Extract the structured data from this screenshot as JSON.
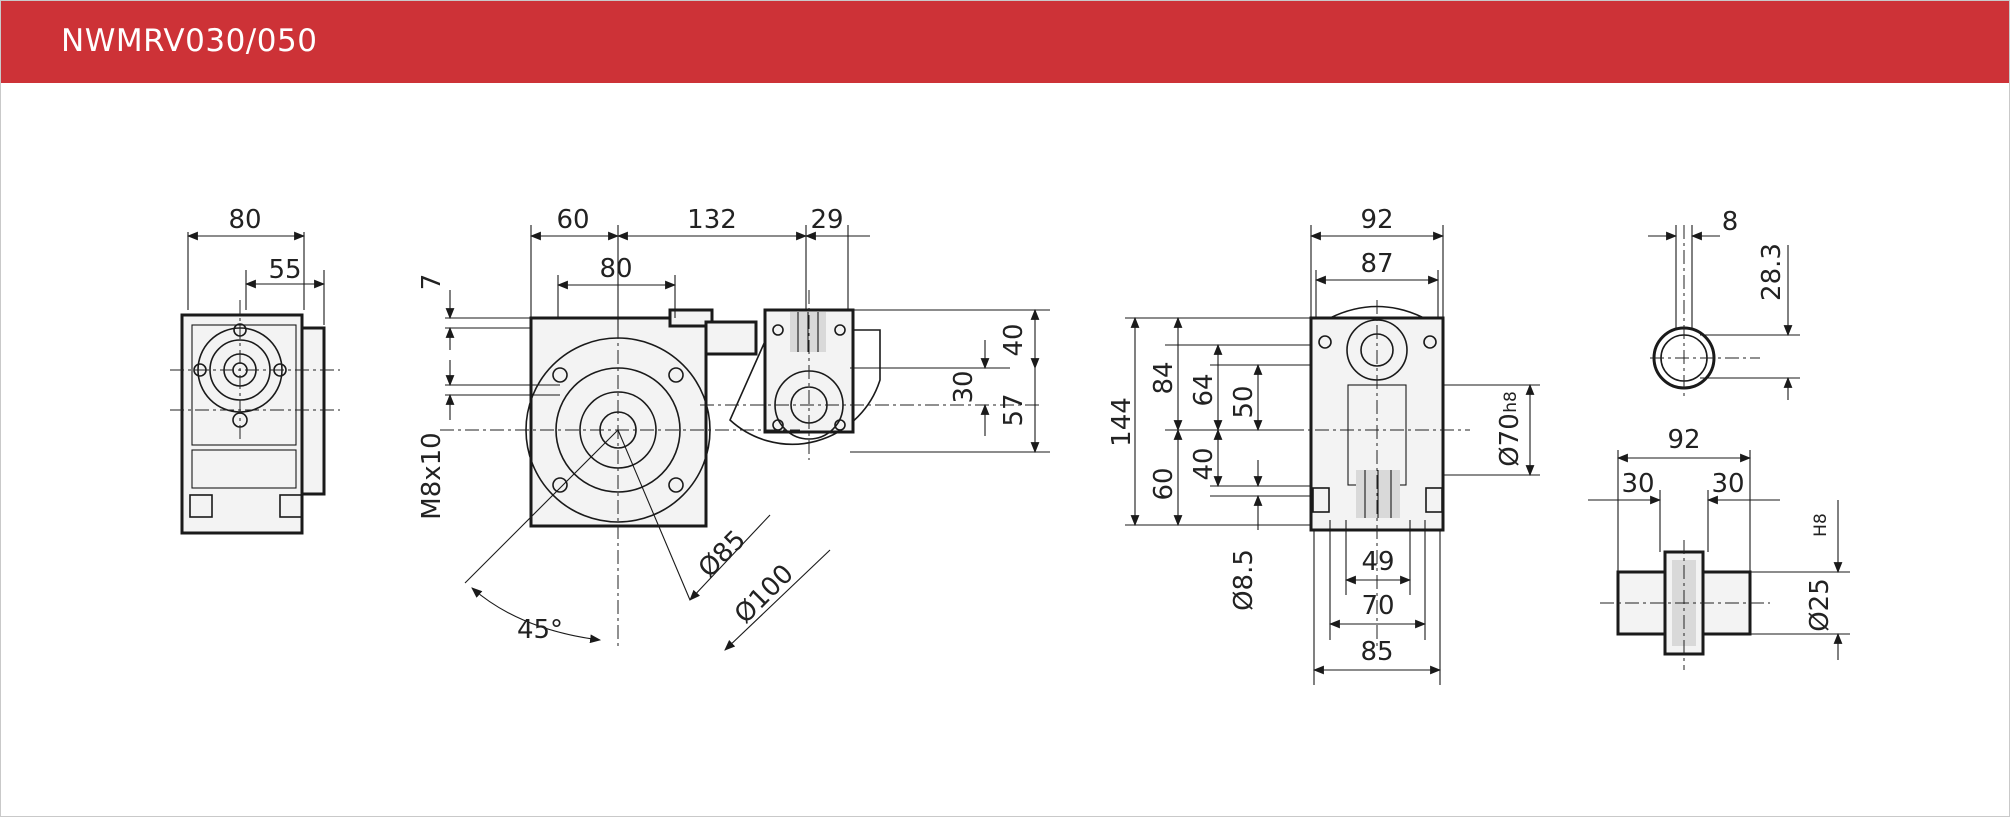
{
  "header": {
    "title": "NWMRV030/050",
    "bar_color": "#cd3237",
    "text_color": "#ffffff"
  },
  "drawing": {
    "dims": {
      "d80_top": "80",
      "d55": "55",
      "d60": "60",
      "d132": "132",
      "d29": "29",
      "d80_flange": "80",
      "d7": "7",
      "dM8x10": "M8x10",
      "d40_right": "40",
      "d30_right": "30",
      "d57": "57",
      "dO85": "Ø85",
      "dO100": "Ø100",
      "d45deg": "45°",
      "d92": "92",
      "d87": "87",
      "d144": "144",
      "d84": "84",
      "d64": "64",
      "d50": "50",
      "d60_side": "60",
      "d40_side": "40",
      "dO8_5": "Ø8.5",
      "dO70": "Ø70",
      "h8": "h8",
      "d49": "49",
      "d70": "70",
      "d85": "85",
      "d8": "8",
      "d28_3": "28.3",
      "d92_shaft": "92",
      "d30_a": "30",
      "d30_b": "30",
      "dO25": "Ø25",
      "H8": "H8"
    }
  }
}
